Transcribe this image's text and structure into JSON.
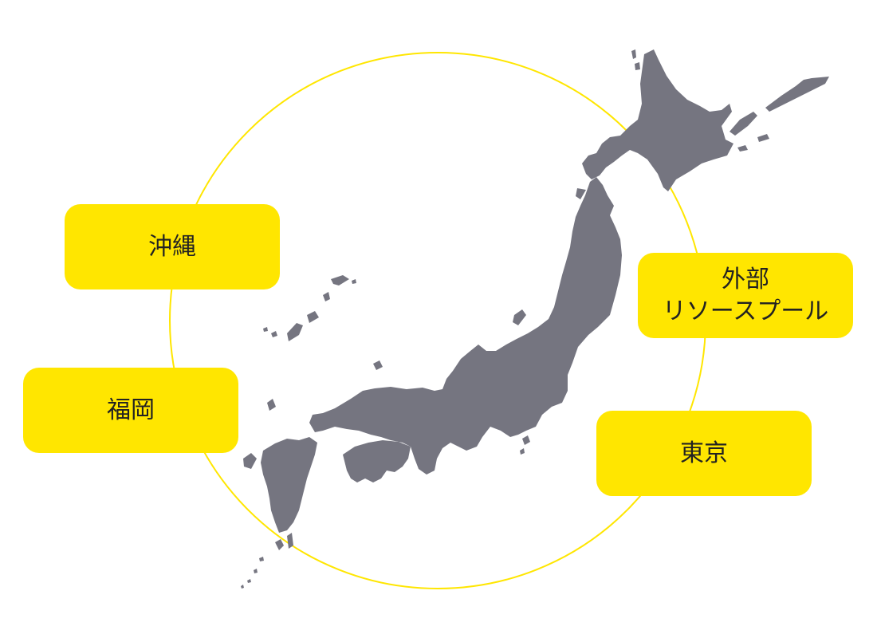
{
  "diagram": {
    "type": "location-network-map",
    "background": "#ffffff",
    "map": {
      "subject": "japan-map-icon",
      "fill_color": "#757580"
    },
    "ring": {
      "color": "#ffe600"
    },
    "labels": {
      "okinawa": "沖縄",
      "fukuoka": "福岡",
      "external_line1": "外部",
      "external_line2": "リソースプール",
      "tokyo": "東京"
    },
    "label_color": "#ffe600",
    "text_color": "#222222"
  }
}
